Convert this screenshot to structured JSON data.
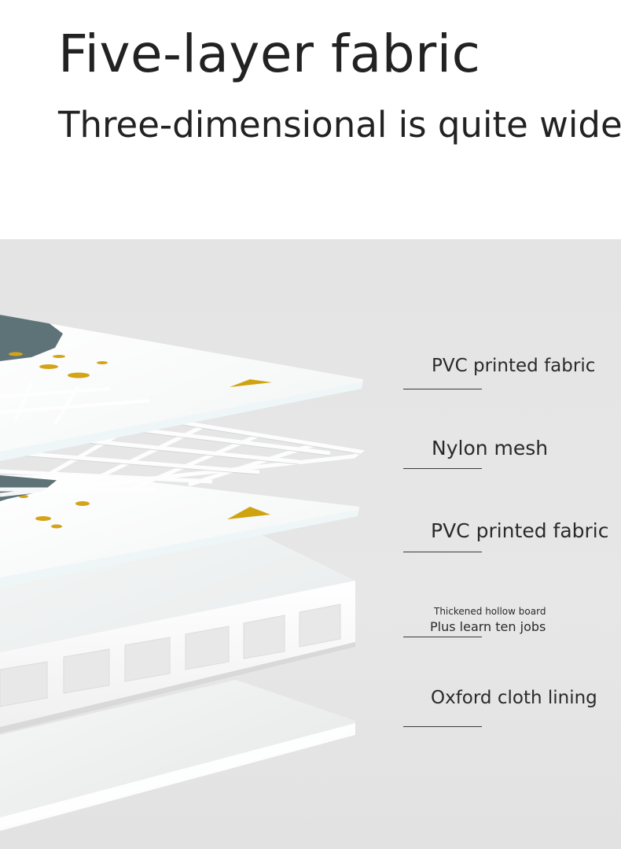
{
  "heading": {
    "title": "Five-layer fabric",
    "subtitle": "Three-dimensional is quite wide."
  },
  "layers": [
    {
      "label": "PVC printed fabric"
    },
    {
      "label": "Nylon mesh"
    },
    {
      "label": "PVC printed fabric"
    },
    {
      "label": "Thickened hollow board",
      "sublabel": "Plus learn ten jobs"
    },
    {
      "label": "Oxford cloth lining"
    }
  ],
  "colors": {
    "background": "#e5e5e5",
    "text": "#222222",
    "accent_yellow": "#d4a418",
    "accent_teal": "#5e7378",
    "board_white": "#fbfbfb"
  }
}
